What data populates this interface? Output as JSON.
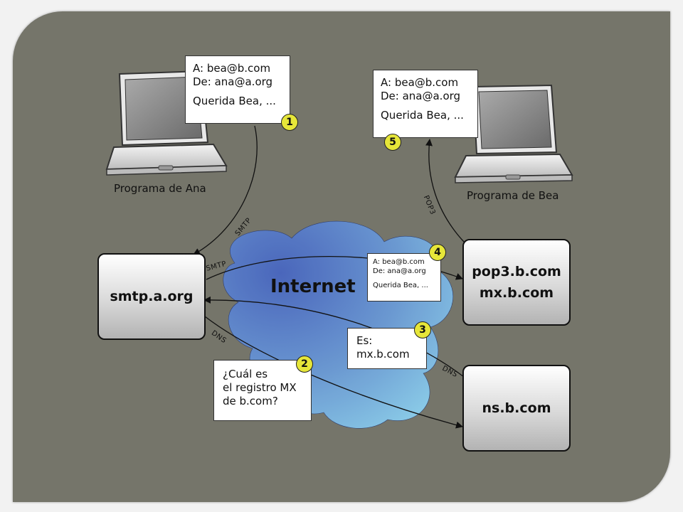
{
  "clients": {
    "ana_label": "Programa de Ana",
    "bea_label": "Programa de Bea"
  },
  "network": {
    "internet_label": "Internet"
  },
  "servers": {
    "smtp_a": "smtp.a.org",
    "pop3_b": "pop3.b.com",
    "mx_b": "mx.b.com",
    "ns_b": "ns.b.com"
  },
  "messages": {
    "msg1": {
      "to": "A: bea@b.com",
      "from": "De: ana@a.org",
      "body": "Querida Bea, ...",
      "step": "1"
    },
    "msg4": {
      "to": "A: bea@b.com",
      "from": "De: ana@a.org",
      "body": "Querida Bea, ...",
      "step": "4"
    },
    "msg5": {
      "to": "A: bea@b.com",
      "from": "De: ana@a.org",
      "body": "Querida Bea, ...",
      "step": "5"
    }
  },
  "dns_query": {
    "line1": "¿Cuál es",
    "line2": "el registro MX",
    "line3": "de b.com?",
    "step": "2"
  },
  "dns_answer": {
    "line1": "Es:",
    "line2": "mx.b.com",
    "step": "3"
  },
  "protocols": {
    "smtp_1": "SMTP",
    "smtp_2": "SMTP",
    "pop3": "POP3",
    "dns_1": "DNS",
    "dns_2": "DNS"
  },
  "colors": {
    "panel": "#75756a",
    "cloud_dark": "#4a6fc0",
    "cloud_light": "#7cc0e6",
    "badge": "#e6e639"
  }
}
